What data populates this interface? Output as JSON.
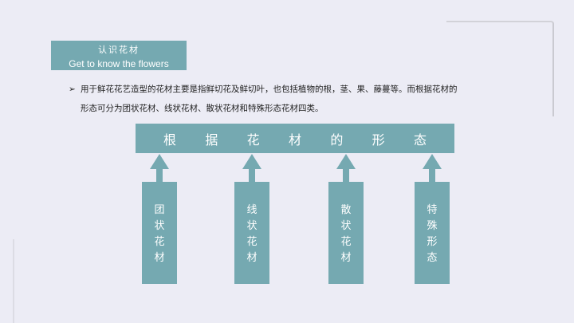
{
  "header": {
    "title_cn": "认识花材",
    "title_en": "Get to know the flowers"
  },
  "paragraph": {
    "bullet": "➢",
    "line1": "用于鲜花花艺造型的花材主要是指鲜切花及鲜切叶，也包括植物的根，茎、果、藤蔓等。而根据花材的",
    "line2": "形态可分为团状花材、线状花材、散状花材和特殊形态花材四类。"
  },
  "diagram": {
    "top_chars": [
      "根",
      "据",
      "花",
      "材",
      "的",
      "形",
      "态"
    ],
    "boxes": [
      [
        "团",
        "状",
        "花",
        "材"
      ],
      [
        "线",
        "状",
        "花",
        "材"
      ],
      [
        "散",
        "状",
        "花",
        "材"
      ],
      [
        "特",
        "殊",
        "形",
        "态"
      ]
    ]
  },
  "colors": {
    "accent": "#75a9b1",
    "background": "#ececf5"
  }
}
